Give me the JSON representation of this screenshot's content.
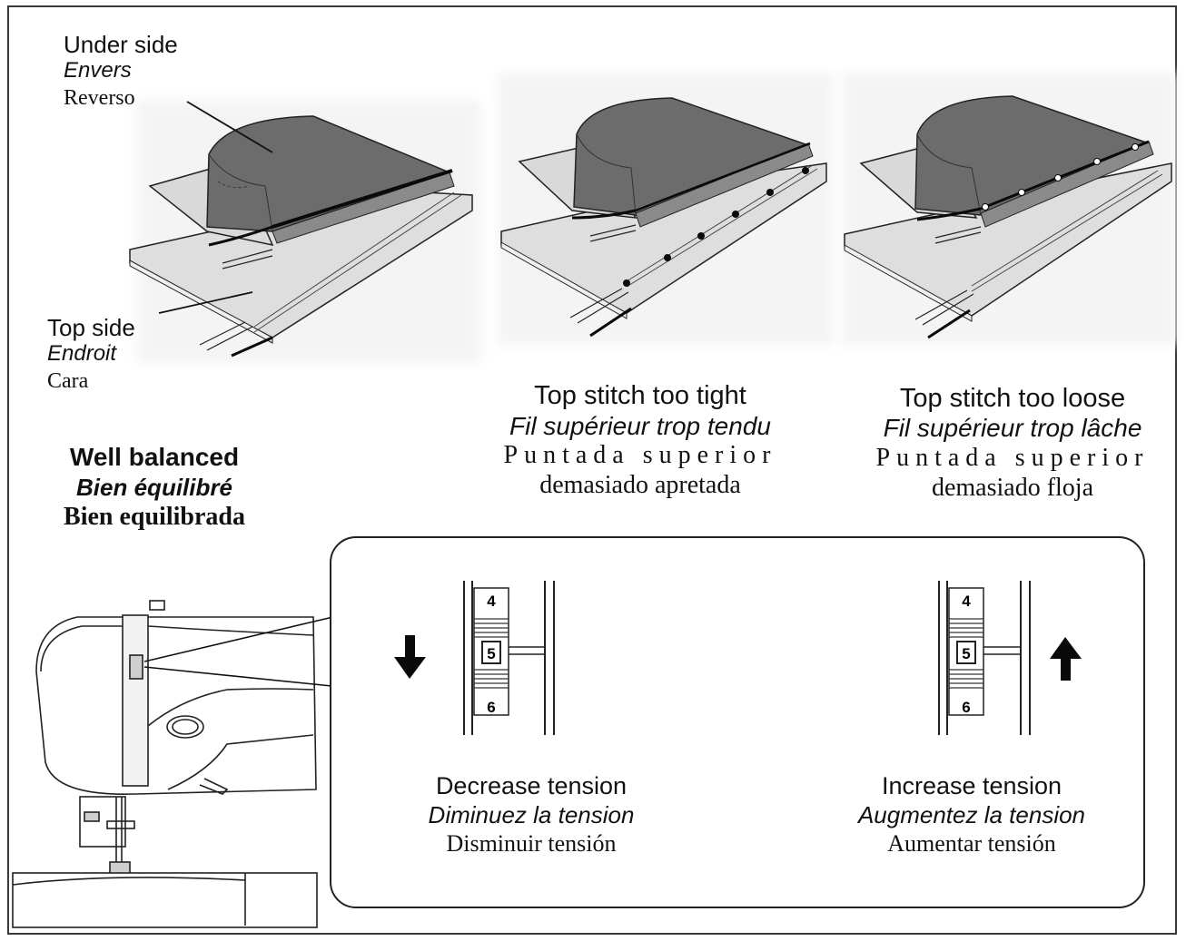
{
  "labels": {
    "under_side": {
      "en": "Under side",
      "fr": "Envers",
      "es": "Reverso"
    },
    "top_side": {
      "en": "Top side",
      "fr": "Endroit",
      "es": "Cara"
    }
  },
  "captions": {
    "well_balanced": {
      "en": "Well balanced",
      "fr": "Bien équilibré",
      "es": "Bien equilibrada"
    },
    "too_tight": {
      "en": "Top stitch too tight",
      "fr": "Fil supérieur trop tendu",
      "es_1": "Puntada superior",
      "es_2": "demasiado apretada"
    },
    "too_loose": {
      "en": "Top stitch too loose",
      "fr": "Fil supérieur trop lâche",
      "es_1": "Puntada superior",
      "es_2": "demasiado floja"
    }
  },
  "tension": {
    "decrease": {
      "en": "Decrease tension",
      "fr": "Diminuez la tension",
      "es": "Disminuir tensión"
    },
    "increase": {
      "en": "Increase tension",
      "fr": "Augmentez la tension",
      "es": "Aumentar tensión"
    },
    "dial_numbers": [
      "4",
      "5",
      "6"
    ]
  },
  "icons": [
    "arrow-down-icon",
    "arrow-up-icon"
  ]
}
